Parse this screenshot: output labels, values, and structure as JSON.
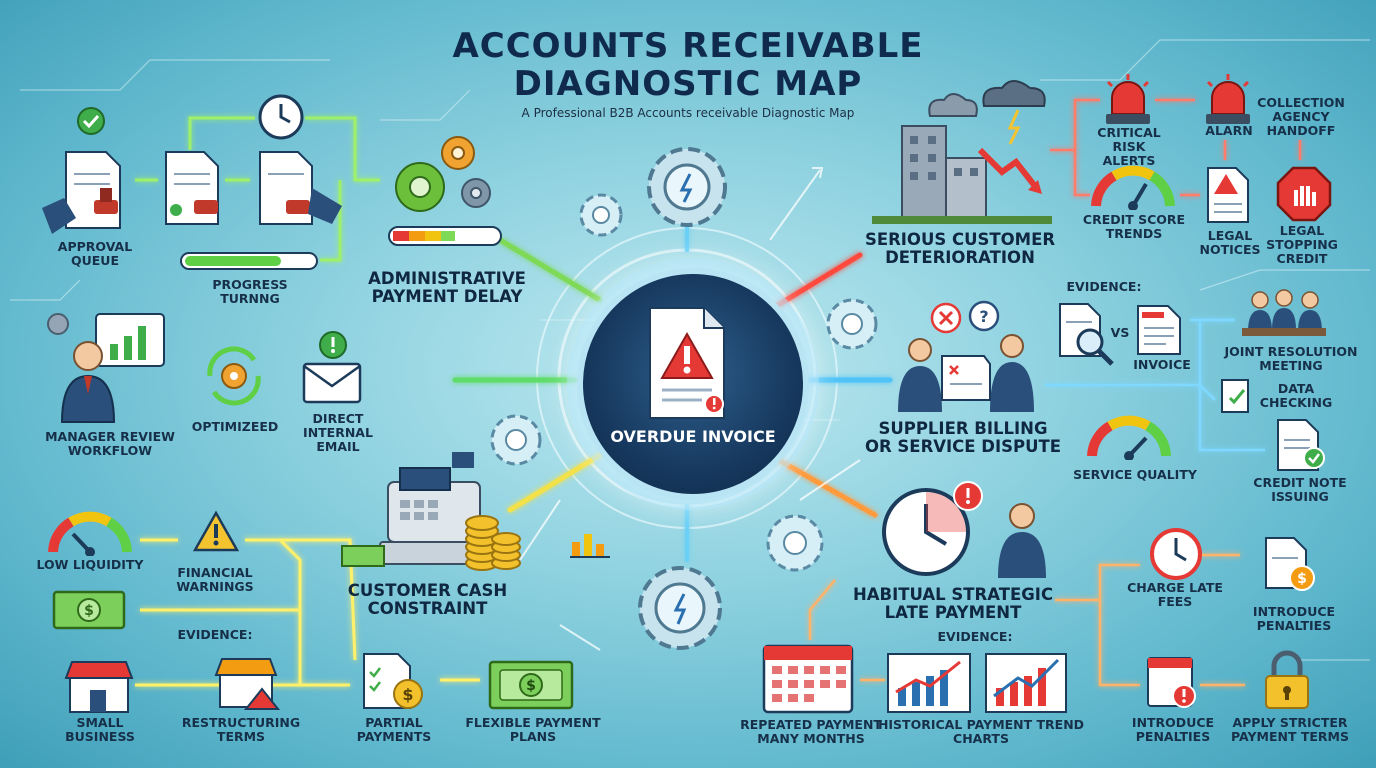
{
  "title_line1": "ACCOUNTS RECEIVABLE",
  "title_line2": "DIAGNOSTIC MAP",
  "subtitle": "A Professional B2B Accounts receivable Diagnostic Map",
  "hub_label": "OVERDUE\nINVOICE",
  "branches": {
    "admin": {
      "heading": "ADMINISTRATIVE\nPAYMENT DELAY",
      "approval_queue": "APPROVAL\nQUEUE",
      "progress_turning": "PROGRESS\nTURNNG",
      "color": "#7ed957"
    },
    "internal": {
      "manager_review": "MANAGER REVIEW\nWORKFLOW",
      "optimized": "OPTIMIZEED",
      "direct_email": "DIRECT\nINTERNAL\nEMAIL",
      "color": "#5fdc6a"
    },
    "cash": {
      "heading": "CUSTOMER CASH\nCONSTRAINT",
      "low_liquidity": "LOW LIQUIDITY",
      "financial_warnings": "FINANCIAL\nWARNINGS",
      "evidence": "EVIDENCE:",
      "small_business": "SMALL\nBUSINESS",
      "restructuring": "RESTRUCTURING\nTERMS",
      "partial_payments": "PARTIAL\nPAYMENTS",
      "flexible_plans": "FLEXIBLE PAYMENT\nPLANS",
      "color": "#f2e14a"
    },
    "deterioration": {
      "heading": "SERIOUS CUSTOMER\nDETERIORATION",
      "critical_risk": "CRITICAL\nRISK ALERTS",
      "alarn": "ALARN",
      "collection": "COLLECTION\nAGENCY\nHANDOFF",
      "credit_score": "CREDIT SCORE\nTRENDS",
      "legal_notices": "LEGAL\nNOTICES",
      "legal_stopping": "LEGAL\nSTOPPING\nCREDIT",
      "color": "#ff4a3d"
    },
    "dispute": {
      "heading": "SUPPLIER BILLING\nOR SERVICE DISPUTE",
      "evidence": "EVIDENCE:",
      "vs": "VS",
      "invoice": "INVOICE",
      "joint_meeting": "JOINT RESOLUTION\nMEETING",
      "data_checking": "DATA\nCHECKING",
      "service_quality": "SERVICE QUALITY",
      "credit_note": "CREDIT NOTE\nISSUING",
      "color": "#4fc3f7"
    },
    "habitual": {
      "heading": "HABITUAL STRATEGIC\nLATE PAYMENT",
      "evidence": "EVIDENCE:",
      "charge_late": "CHARGE LATE\nFEES",
      "introduce_penalties_1": "INTRODUCE\nPENALTIES",
      "repeated_payment": "REPEATED PAYMENT\nMANY MONTHS",
      "historical_trend": "HISTORICAL PAYMENT TREND\nCHARTS",
      "introduce_penalties_2": "INTRODUCE\nPENALTIES",
      "apply_stricter": "APPLY STRICTER\nPAYMENT TERMS",
      "color": "#ff9a3c"
    }
  },
  "icons": [
    "check-icon",
    "document-stamp-icon",
    "clock-icon",
    "gears-icon",
    "progress-bar-icon",
    "manager-chart-icon",
    "recycle-gears-icon",
    "envelope-icon",
    "notification-dot-icon",
    "cash-register-icon",
    "coins-icon",
    "gauge-icon",
    "warning-icon",
    "money-bill-icon",
    "store-icon",
    "checklist-icon",
    "building-storm-icon",
    "siren-icon",
    "stop-sign-icon",
    "magnifier-document-icon",
    "handshake-dispute-icon",
    "meeting-icon",
    "stopwatch-icon",
    "calendar-icon",
    "trend-chart-icon",
    "padlock-icon",
    "overdue-invoice-icon"
  ]
}
